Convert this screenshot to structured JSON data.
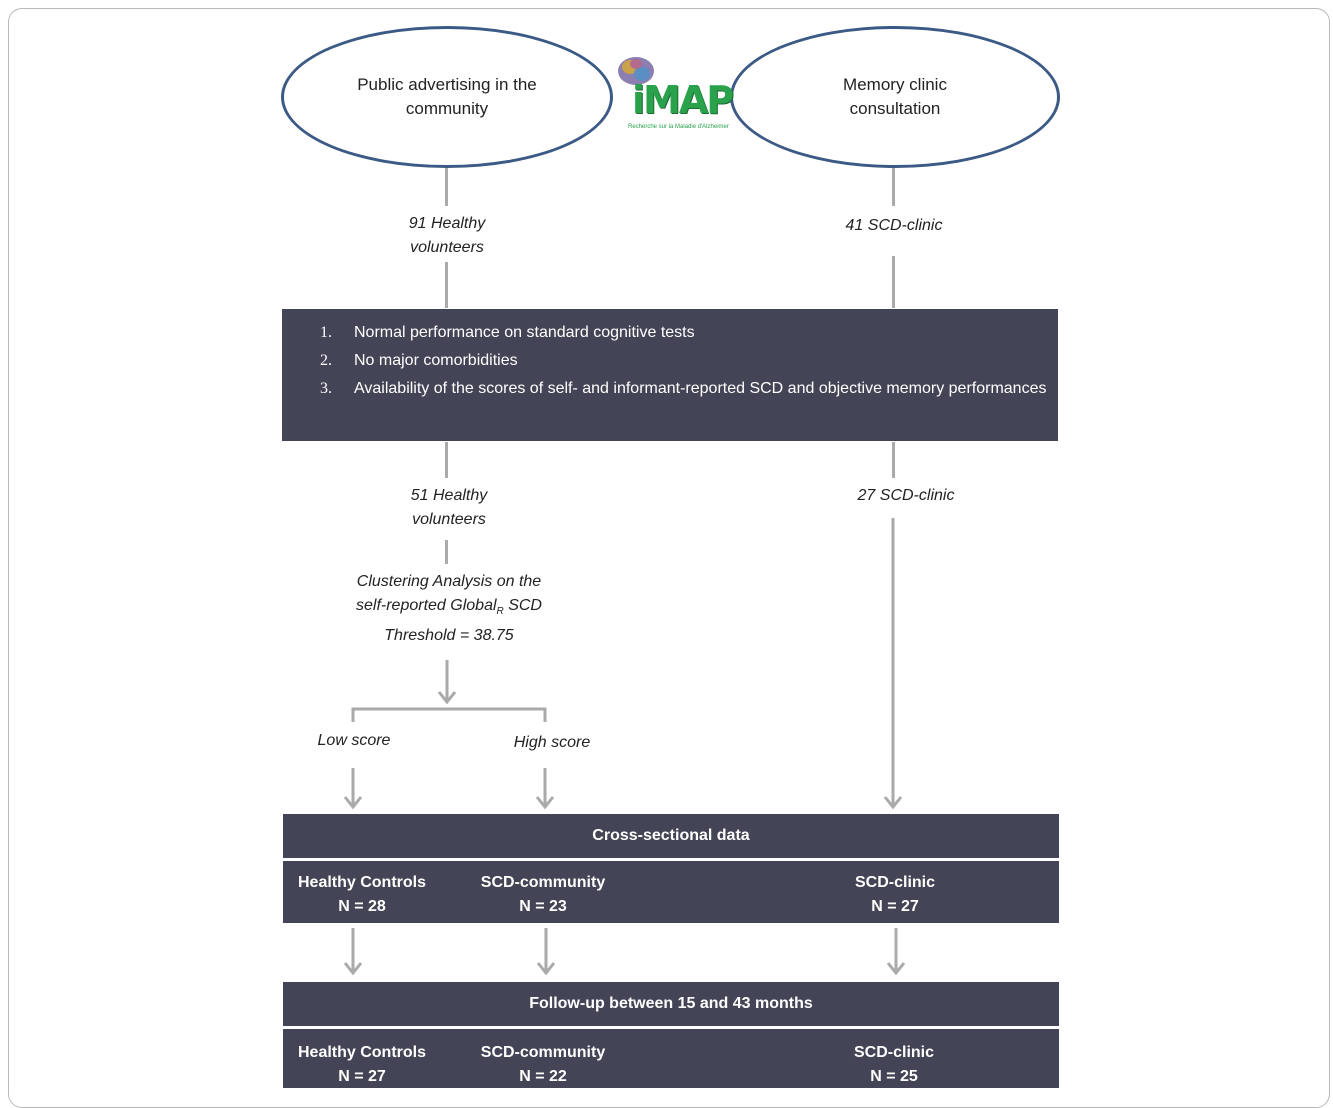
{
  "sources": {
    "left": [
      "Public advertising in the",
      "community"
    ],
    "right": [
      "Memory clinic",
      "consultation"
    ]
  },
  "logo": {
    "text": "iMAP",
    "subtitle": "Recherche sur la Maladie d'Alzheimer"
  },
  "flow": {
    "left_count_1": [
      "91 Healthy",
      "volunteers"
    ],
    "right_count_1": "41 SCD-clinic",
    "left_count_2": [
      "51 Healthy",
      "volunteers"
    ],
    "right_count_2": "27 SCD-clinic",
    "clustering": {
      "line1": "Clustering Analysis on the",
      "line2_pre": "self-reported Global",
      "line2_sub": "R",
      "line2_post": " SCD",
      "line3": "Threshold = 38.75"
    },
    "low_score": "Low score",
    "high_score": "High score"
  },
  "criteria": [
    {
      "num": "1.",
      "text": "Normal performance on standard cognitive tests"
    },
    {
      "num": "2.",
      "text": "No major comorbidities"
    },
    {
      "num": "3.",
      "text": "Availability of the scores of self- and informant-reported SCD and objective memory performances"
    }
  ],
  "cross_sectional": {
    "title": "Cross-sectional data",
    "groups": [
      {
        "name": "Healthy Controls",
        "n": "N = 28"
      },
      {
        "name": "SCD-community",
        "n": "N = 23"
      },
      {
        "name": "SCD-clinic",
        "n": "N = 27"
      }
    ]
  },
  "follow_up": {
    "title": "Follow-up between 15 and 43 months",
    "groups": [
      {
        "name": "Healthy Controls",
        "n": "N = 27"
      },
      {
        "name": "SCD-community",
        "n": "N = 22"
      },
      {
        "name": "SCD-clinic",
        "n": "N = 25"
      }
    ]
  },
  "colors": {
    "box": "#434556",
    "ellipse_border": "#3c5a86",
    "connector": "#aaaaaa",
    "logo_green": "#2aa14b"
  }
}
